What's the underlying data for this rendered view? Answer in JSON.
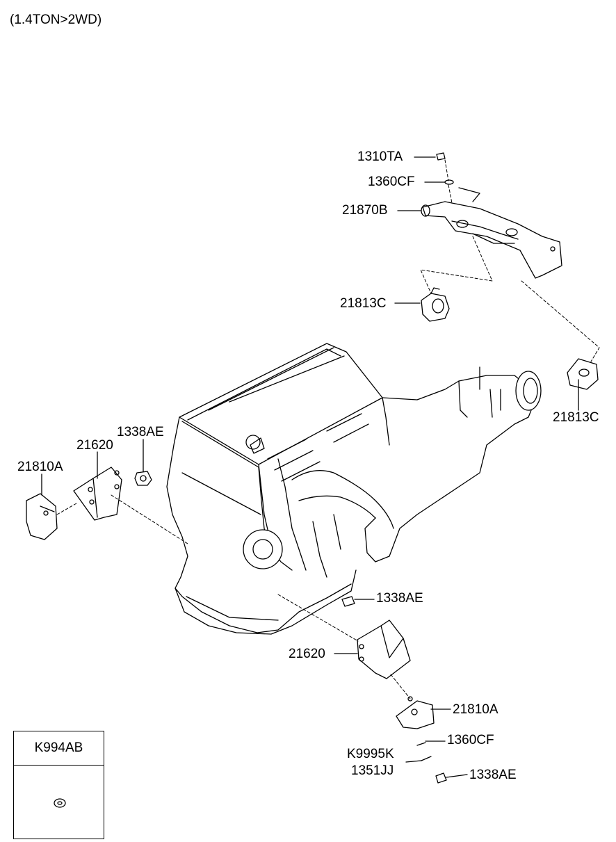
{
  "header": {
    "variant": "(1.4TON>2WD)"
  },
  "callouts": {
    "c1310TA": "1310TA",
    "c1360CF_top": "1360CF",
    "c21870B": "21870B",
    "c21813C_top": "21813C",
    "c21813C_right": "21813C",
    "c21620_left": "21620",
    "c1338AE_left": "1338AE",
    "c21810A_left": "21810A",
    "c1338AE_mid": "1338AE",
    "c21620_right": "21620",
    "c21810A_right": "21810A",
    "c1360CF_bottom": "1360CF",
    "cK9995K": "K9995K",
    "c1351JJ": "1351JJ",
    "c1338AE_bottom": "1338AE"
  },
  "legend_box": {
    "code": "K994AB"
  }
}
